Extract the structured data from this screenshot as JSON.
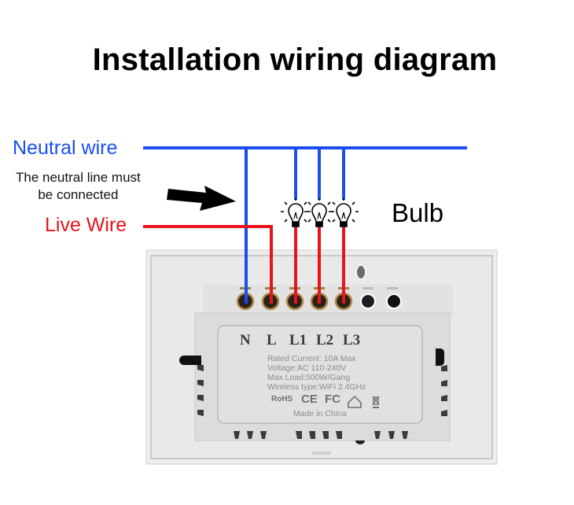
{
  "title": "Installation wiring diagram",
  "labels": {
    "neutral_wire": "Neutral wire",
    "live_wire": "Live Wire",
    "note_line1": "The neutral line must",
    "note_line2": "be connected",
    "bulb": "Bulb"
  },
  "colors": {
    "neutral": "#1a4ef0",
    "live": "#e8141c",
    "panel": "#e6e6e6"
  },
  "terminals": [
    "N",
    "L",
    "L1",
    "L2",
    "L3"
  ],
  "specs": {
    "rated_current": "Rated Current: 10A Max",
    "voltage": "Voltage:AC 110-240V",
    "max_load": "Max.Load:500W/Gang",
    "wireless": "Wireless type:WiFi 2.4GHz",
    "made_in": "Made in China"
  },
  "certifications": [
    "RoHS",
    "CE",
    "FC",
    "home-icon",
    "weee-icon"
  ],
  "bulb_count": 3
}
